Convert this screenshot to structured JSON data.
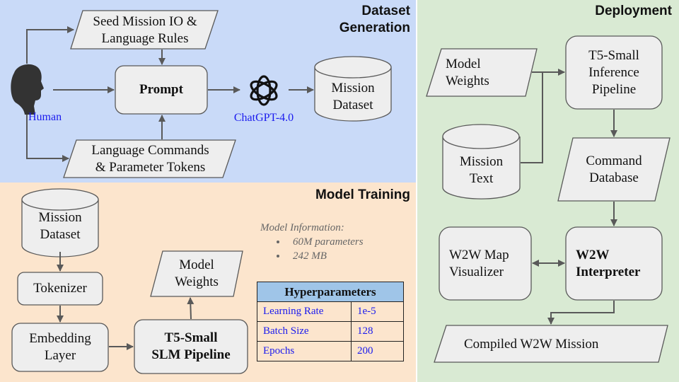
{
  "panels": {
    "dataset_generation": {
      "title_line1": "Dataset",
      "title_line2": "Generation",
      "color": "#c9daf8"
    },
    "model_training": {
      "title": "Model Training",
      "color": "#fce5cd"
    },
    "deployment": {
      "title": "Deployment",
      "color": "#d9ead3"
    }
  },
  "dataset_generation": {
    "human_label": "Human",
    "seed_io": [
      "Seed Mission IO &",
      "Language Rules"
    ],
    "prompt": "Prompt",
    "language_commands": [
      "Language Commands",
      "& Parameter Tokens"
    ],
    "chatgpt_label": "ChatGPT-4.0",
    "mission_dataset": [
      "Mission",
      "Dataset"
    ]
  },
  "model_training": {
    "mission_dataset": [
      "Mission",
      "Dataset"
    ],
    "tokenizer": "Tokenizer",
    "embedding": [
      "Embedding",
      "Layer"
    ],
    "t5_pipeline": [
      "T5-Small",
      "SLM Pipeline"
    ],
    "model_weights": [
      "Model",
      "Weights"
    ],
    "model_info": {
      "heading": "Model Information:",
      "items": [
        "60M parameters",
        "242 MB"
      ]
    },
    "hyperparameters": {
      "header": "Hyperparameters",
      "rows": [
        {
          "name": "Learning Rate",
          "value": "1e-5"
        },
        {
          "name": "Batch Size",
          "value": "128"
        },
        {
          "name": "Epochs",
          "value": "200"
        }
      ]
    }
  },
  "deployment": {
    "model_weights": [
      "Model",
      "Weights"
    ],
    "mission_text": [
      "Mission",
      "Text"
    ],
    "inference_pipeline": [
      "T5-Small",
      "Inference",
      "Pipeline"
    ],
    "command_database": [
      "Command",
      "Database"
    ],
    "map_visualizer": [
      "W2W Map",
      "Visualizer"
    ],
    "interpreter": [
      "W2W",
      "Interpreter"
    ],
    "compiled_mission": "Compiled W2W Mission"
  },
  "colors": {
    "node_fill": "#eeeeee",
    "node_stroke": "#595959",
    "arrow": "#595959",
    "accent_text": "#1a1aee",
    "table_header": "#9fc5e8"
  }
}
